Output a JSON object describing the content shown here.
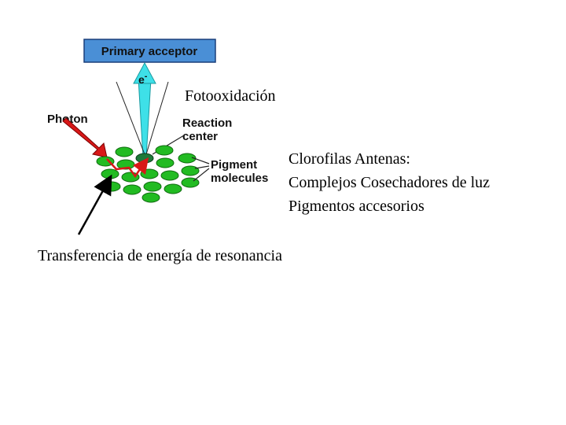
{
  "diagram": {
    "primary_acceptor_label": "Primary acceptor",
    "electron_label": "e",
    "electron_charge": "-",
    "photon_label": "Photon",
    "reaction_center_line1": "Reaction",
    "reaction_center_line2": "center",
    "pigment_line1": "Pigment",
    "pigment_line2": "molecules",
    "colors": {
      "acceptor_box": "#4a8fd6",
      "electron_beam": "#3ee0e8",
      "pigment": "#22bb22",
      "reaction_center": "#1e7a3a",
      "photon_arrow": "#d81818",
      "energy_path": "#d81818"
    }
  },
  "annotations": {
    "photooxidation": "Fotooxidación",
    "antenna_line1": "Clorofilas Antenas:",
    "antenna_line2": "Complejos Cosechadores de luz",
    "antenna_line3": "Pigmentos accesorios",
    "resonance_transfer": "Transferencia de energía de resonancia"
  }
}
